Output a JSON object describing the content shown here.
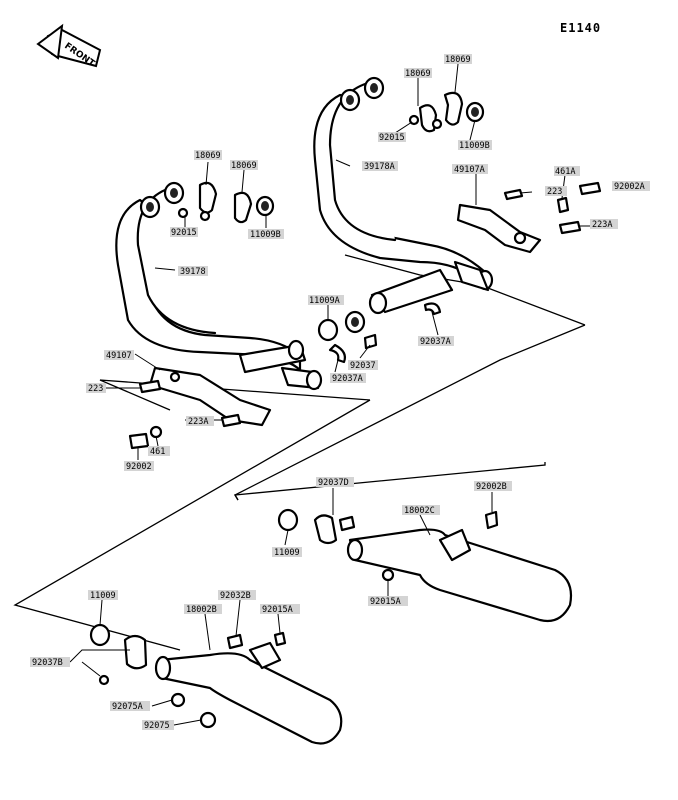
{
  "figure_code": "E1140",
  "front_arrow": "FRONT",
  "labels": {
    "p18069_r1": "18069",
    "p18069_r2": "18069",
    "p92015_r": "92015",
    "p11009B_r": "11009B",
    "p39178A": "39178A",
    "p49107A": "49107A",
    "p223_r": "223",
    "p461A": "461A",
    "p92002A": "92002A",
    "p223A_r": "223A",
    "p11009A": "11009A",
    "p92037_c": "92037",
    "p92037A_r": "92037A",
    "p92037A_c": "92037A",
    "p18069_l1": "18069",
    "p18069_l2": "18069",
    "p92015_l": "92015",
    "p11009B_l": "11009B",
    "p39178": "39178",
    "p49107": "49107",
    "p223_l": "223",
    "p223A_l": "223A",
    "p461": "461",
    "p92002": "92002",
    "p92037D": "92037D",
    "p18002C": "18002C",
    "p92002B": "92002B",
    "p11009_c": "11009",
    "p92015A_c": "92015A",
    "p11009_l": "11009",
    "p92037B": "92037B",
    "p92032B": "92032B",
    "p18002B": "18002B",
    "p92015A_l": "92015A",
    "p92075A": "92075A",
    "p92075": "92075"
  }
}
